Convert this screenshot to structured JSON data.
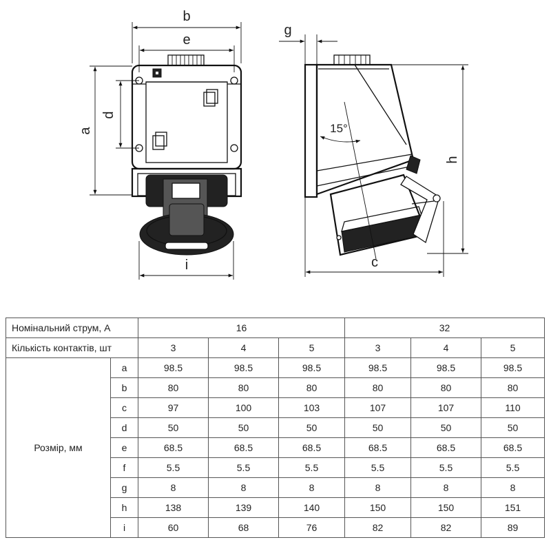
{
  "drawing": {
    "labels": {
      "a": "a",
      "b": "b",
      "c": "c",
      "d": "d",
      "e": "e",
      "g": "g",
      "h": "h",
      "i": "i",
      "angle": "15°"
    }
  },
  "table": {
    "current_header": "Номінальний струм, А",
    "currents": [
      "16",
      "32"
    ],
    "contacts_header": "Кількість контактів, шт",
    "contacts": [
      "3",
      "4",
      "5",
      "3",
      "4",
      "5"
    ],
    "size_header": "Розмір, мм",
    "rows": [
      {
        "dim": "a",
        "values": [
          "98.5",
          "98.5",
          "98.5",
          "98.5",
          "98.5",
          "98.5"
        ]
      },
      {
        "dim": "b",
        "values": [
          "80",
          "80",
          "80",
          "80",
          "80",
          "80"
        ]
      },
      {
        "dim": "c",
        "values": [
          "97",
          "100",
          "103",
          "107",
          "107",
          "110"
        ]
      },
      {
        "dim": "d",
        "values": [
          "50",
          "50",
          "50",
          "50",
          "50",
          "50"
        ]
      },
      {
        "dim": "e",
        "values": [
          "68.5",
          "68.5",
          "68.5",
          "68.5",
          "68.5",
          "68.5"
        ]
      },
      {
        "dim": "f",
        "values": [
          "5.5",
          "5.5",
          "5.5",
          "5.5",
          "5.5",
          "5.5"
        ]
      },
      {
        "dim": "g",
        "values": [
          "8",
          "8",
          "8",
          "8",
          "8",
          "8"
        ]
      },
      {
        "dim": "h",
        "values": [
          "138",
          "139",
          "140",
          "150",
          "150",
          "151"
        ]
      },
      {
        "dim": "i",
        "values": [
          "60",
          "68",
          "76",
          "82",
          "82",
          "89"
        ]
      }
    ]
  }
}
